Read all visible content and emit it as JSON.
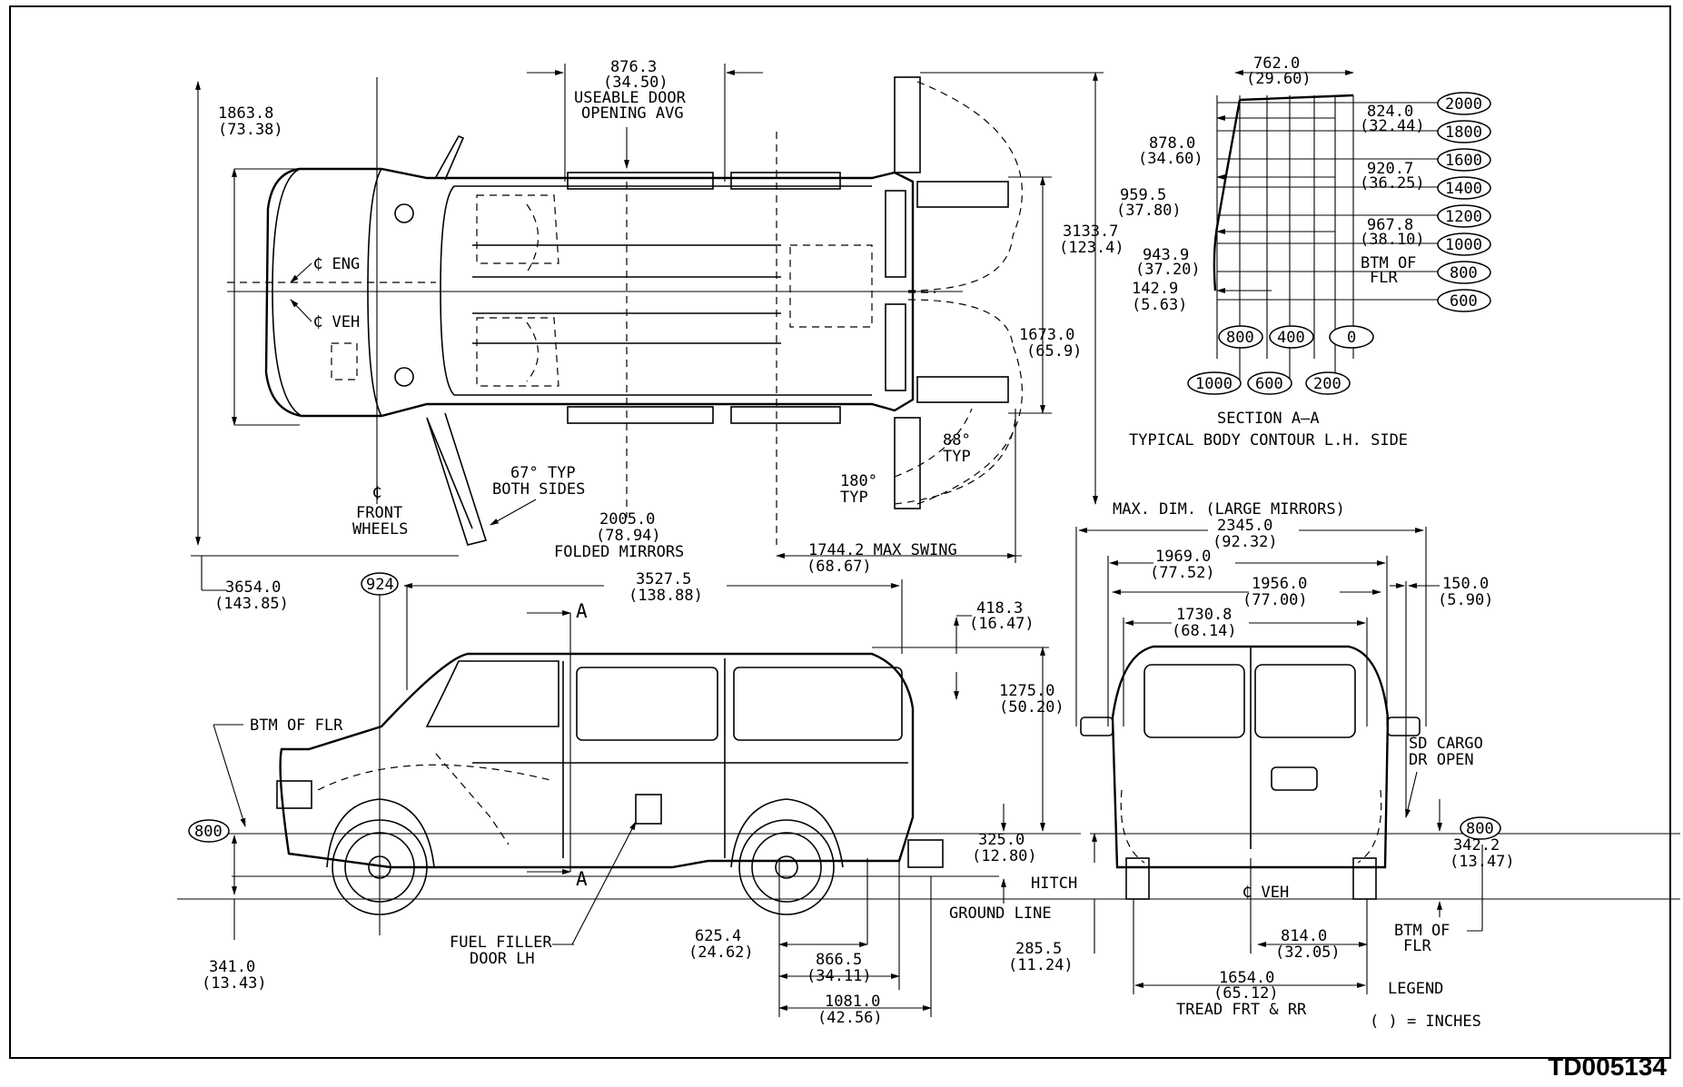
{
  "drawing_id": "TD005134",
  "top_view": {
    "dim_overall_width": [
      "1863.8",
      "(73.38)"
    ],
    "dim_door_opening": [
      "876.3",
      "(34.50)",
      "USEABLE DOOR",
      "OPENING AVG"
    ],
    "dim_overall_length": [
      "3133.7",
      "(123.4)"
    ],
    "dim_rear_opening": [
      "1673.0",
      "(65.9)"
    ],
    "cl_eng": "₵ ENG",
    "cl_veh": "₵ VEH",
    "front_door_angle": [
      "67° TYP",
      "BOTH SIDES"
    ],
    "front_wheels": [
      "₵",
      "FRONT",
      "WHEELS"
    ],
    "folded_mirrors": [
      "2005.0",
      "(78.94)",
      "FOLDED MIRRORS"
    ],
    "max_swing": [
      "1744.2 MAX SWING",
      "(68.67)"
    ],
    "rear_door_angle_88": [
      "88°",
      "TYP"
    ],
    "rear_door_angle_180": [
      "180°",
      "TYP"
    ]
  },
  "section_view": {
    "title": "SECTION A–A",
    "subtitle": "TYPICAL BODY CONTOUR L.H. SIDE",
    "dims": [
      [
        "762.0",
        "(29.60)"
      ],
      [
        "824.0",
        "(32.44)"
      ],
      [
        "878.0",
        "(34.60)"
      ],
      [
        "920.7",
        "(36.25)"
      ],
      [
        "959.5",
        "(37.80)"
      ],
      [
        "967.8",
        "(38.10)"
      ],
      [
        "943.9",
        "(37.20)"
      ],
      [
        "142.9",
        "(5.63)"
      ]
    ],
    "btm_of_flr": [
      "BTM OF",
      "FLR"
    ],
    "z_labels": [
      "2000",
      "1800",
      "1600",
      "1400",
      "1200",
      "1000",
      "800",
      "600"
    ],
    "y_labels_row1": [
      "800",
      "400",
      "0"
    ],
    "y_labels_row2": [
      "1000",
      "600",
      "200"
    ]
  },
  "side_view": {
    "overall_length": [
      "3654.0",
      "(143.85)"
    ],
    "body_length": [
      "3527.5",
      "(138.88)"
    ],
    "ref_924": "924",
    "section_mark": "A",
    "roof_rack": [
      "418.3",
      "(16.47)"
    ],
    "height_above_floor": [
      "1275.0",
      "(50.20)"
    ],
    "btm_of_flr": "BTM OF FLR",
    "ref_800": "800",
    "floor_height": [
      "325.0",
      "(12.80)"
    ],
    "hitch": "HITCH",
    "ground_line": "GROUND LINE",
    "front_overhang": [
      "341.0",
      "(13.43)"
    ],
    "fuel_filler": [
      "FUEL FILLER",
      "DOOR LH"
    ],
    "rear_overhang_a": [
      "625.4",
      "(24.62)"
    ],
    "rear_overhang_b": [
      "866.5",
      "(34.11)"
    ],
    "rear_overhang_c": [
      "1081.0",
      "(42.56)"
    ]
  },
  "rear_view": {
    "max_dim": "MAX. DIM. (LARGE MIRRORS)",
    "w_2345": [
      "2345.0",
      "(92.32)"
    ],
    "w_1969": [
      "1969.0",
      "(77.52)"
    ],
    "w_1956": [
      "1956.0",
      "(77.00)"
    ],
    "w_1730": [
      "1730.8",
      "(68.14)"
    ],
    "w_150": [
      "150.0",
      "(5.90)"
    ],
    "sd_cargo": [
      "SD CARGO",
      "DR OPEN"
    ],
    "h_342": [
      "342.2",
      "(13.47)"
    ],
    "ref_800": "800",
    "cl_veh": "₵ VEH",
    "h_285": [
      "285.5",
      "(11.24)"
    ],
    "w_814": [
      "814.0",
      "(32.05)"
    ],
    "tread": [
      "1654.0",
      "(65.12)",
      "TREAD FRT & RR"
    ],
    "btm_of_flr": [
      "BTM OF",
      "FLR"
    ],
    "legend_title": "LEGEND",
    "legend_text": "(  ) = INCHES"
  }
}
